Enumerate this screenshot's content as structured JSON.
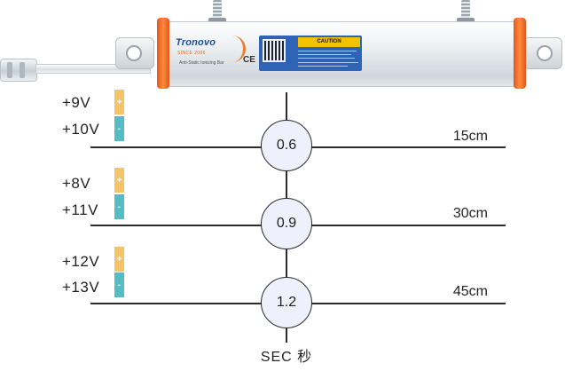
{
  "product": {
    "brand": "Tronovo",
    "since": "SINCE 2006",
    "subtitle": "Anti-Static Ionizing Bar",
    "cert": "CE",
    "caution": "CAUTION"
  },
  "diagram": {
    "rows": [
      {
        "voltage_plus": "+9V",
        "voltage_minus": "+10V",
        "seconds": "0.6",
        "distance": "15cm"
      },
      {
        "voltage_plus": "+8V",
        "voltage_minus": "+11V",
        "seconds": "0.9",
        "distance": "30cm"
      },
      {
        "voltage_plus": "+12V",
        "voltage_minus": "+13V",
        "seconds": "1.2",
        "distance": "45cm"
      }
    ],
    "plus_sign": "+",
    "minus_sign": "-",
    "axis_label": "SEC 秒"
  },
  "colors": {
    "positive": "#f5c469",
    "negative": "#55bcc3",
    "endcap": "#ef7b2b",
    "brand": "#1a4f9c",
    "label_panel": "#2f63b5"
  }
}
